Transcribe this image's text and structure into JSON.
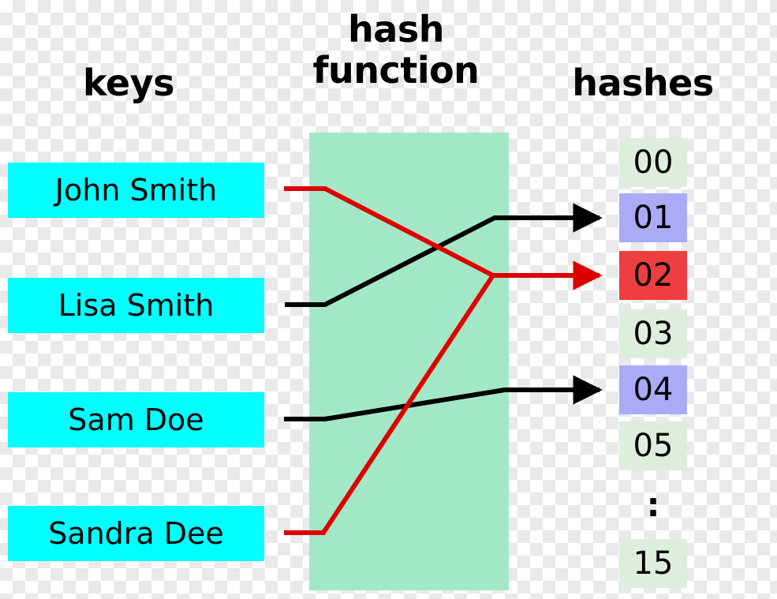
{
  "diagram": {
    "title": "hash function diagram",
    "columns": {
      "keys_label": "keys",
      "hash_function_label": "hash\nfunction",
      "hashes_label": "hashes"
    },
    "colors": {
      "key_box": "#00ffff",
      "hash_function_panel": "#a3e8c6",
      "hash_cell_plain": "#ddeedd",
      "hash_cell_mapped": "#aaaaf7",
      "hash_cell_collision": "#ed3f3f",
      "arrow_normal": "#000000",
      "arrow_collision": "#dd0000"
    },
    "keys": [
      {
        "label": "John Smith",
        "maps_to": "02",
        "arrow_color": "#dd0000"
      },
      {
        "label": "Lisa Smith",
        "maps_to": "01",
        "arrow_color": "#000000"
      },
      {
        "label": "Sam Doe",
        "maps_to": "04",
        "arrow_color": "#000000"
      },
      {
        "label": "Sandra Dee",
        "maps_to": "02",
        "arrow_color": "#dd0000"
      }
    ],
    "hash_cells": [
      {
        "label": "00",
        "state": "plain"
      },
      {
        "label": "01",
        "state": "mapped"
      },
      {
        "label": "02",
        "state": "collision"
      },
      {
        "label": "03",
        "state": "plain"
      },
      {
        "label": "04",
        "state": "mapped"
      },
      {
        "label": "05",
        "state": "plain"
      },
      {
        "label": ":",
        "state": "ellipsis"
      },
      {
        "label": "15",
        "state": "plain"
      }
    ]
  }
}
